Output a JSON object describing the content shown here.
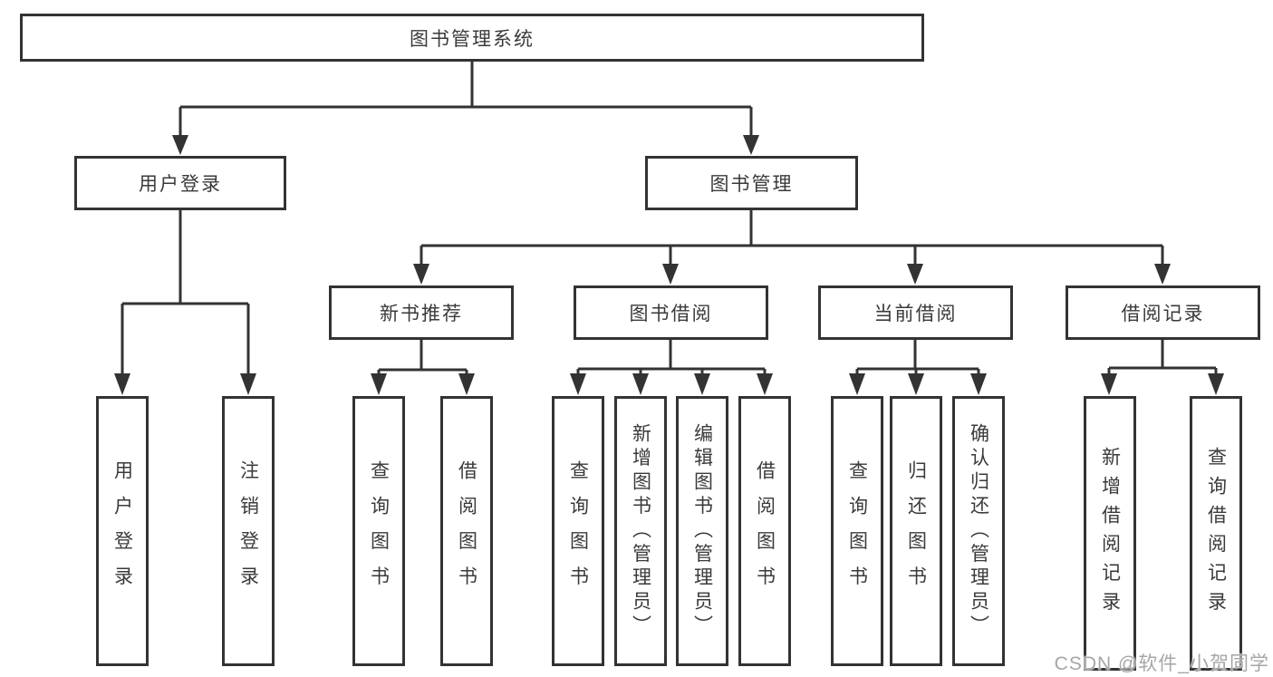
{
  "colors": {
    "line": "#333333",
    "node_text": "#3a3a3a",
    "watermark_text": "#a6a6a6",
    "background": "#ffffff"
  },
  "tree": {
    "root": "图书管理系统",
    "branches": [
      {
        "label": "用户登录",
        "children": [
          "用户登录",
          "注销登录"
        ]
      },
      {
        "label": "图书管理",
        "groups": [
          {
            "label": "新书推荐",
            "children": [
              "查询图书",
              "借阅图书"
            ]
          },
          {
            "label": "图书借阅",
            "children": [
              "查询图书",
              "新增图书（管理员）",
              "编辑图书（管理员）",
              "借阅图书"
            ]
          },
          {
            "label": "当前借阅",
            "children": [
              "查询图书",
              "归还图书",
              "确认归还（管理员）"
            ]
          },
          {
            "label": "借阅记录",
            "children": [
              "新增借阅记录",
              "查询借阅记录"
            ]
          }
        ]
      }
    ]
  },
  "watermark": {
    "text": "CSDN @软件_小贺同学"
  }
}
